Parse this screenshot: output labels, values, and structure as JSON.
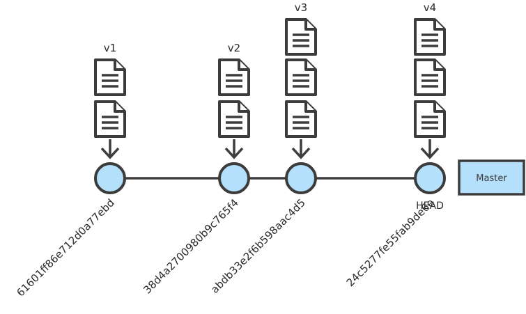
{
  "commits": [
    {
      "version": "v1",
      "hash": "61601ff86e712d0a77ebd",
      "files": 2,
      "head": false
    },
    {
      "version": "v2",
      "hash": "38d4a270098 0b9c765f4",
      "files": 2,
      "head": false
    },
    {
      "version": "v3",
      "hash": "abdb33e2f6b598aac4d5",
      "files": 3,
      "head": false
    },
    {
      "version": "v4",
      "hash": "24c5277fe55fab9de6e",
      "files": 3,
      "head": true
    }
  ],
  "head_label": "HEAD",
  "branch": {
    "label": "Master"
  },
  "colors": {
    "node_fill": "#b5e0fb",
    "stroke": "#3c3c3c"
  },
  "icons": {
    "file": "file-document-icon",
    "arrow": "arrow-down-icon"
  }
}
